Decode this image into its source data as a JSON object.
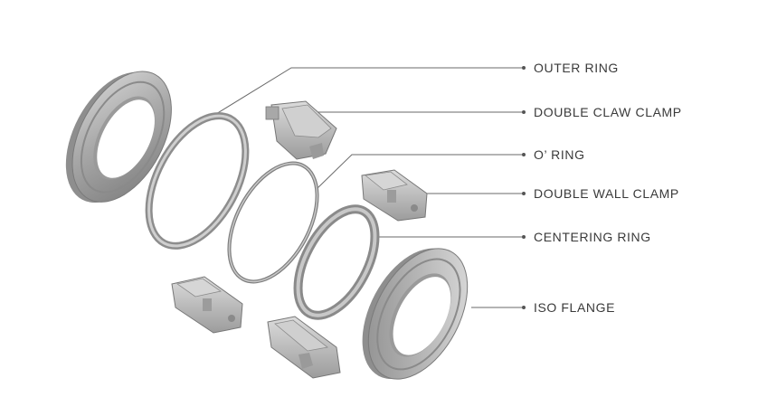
{
  "labels": {
    "outer_ring": "OUTER RING",
    "double_claw_clamp": "DOUBLE CLAW CLAMP",
    "o_ring": "O’ RING",
    "double_wall_clamp": "DOUBLE WALL CLAMP",
    "centering_ring": "CENTERING RING",
    "iso_flange": "ISO FLANGE"
  }
}
